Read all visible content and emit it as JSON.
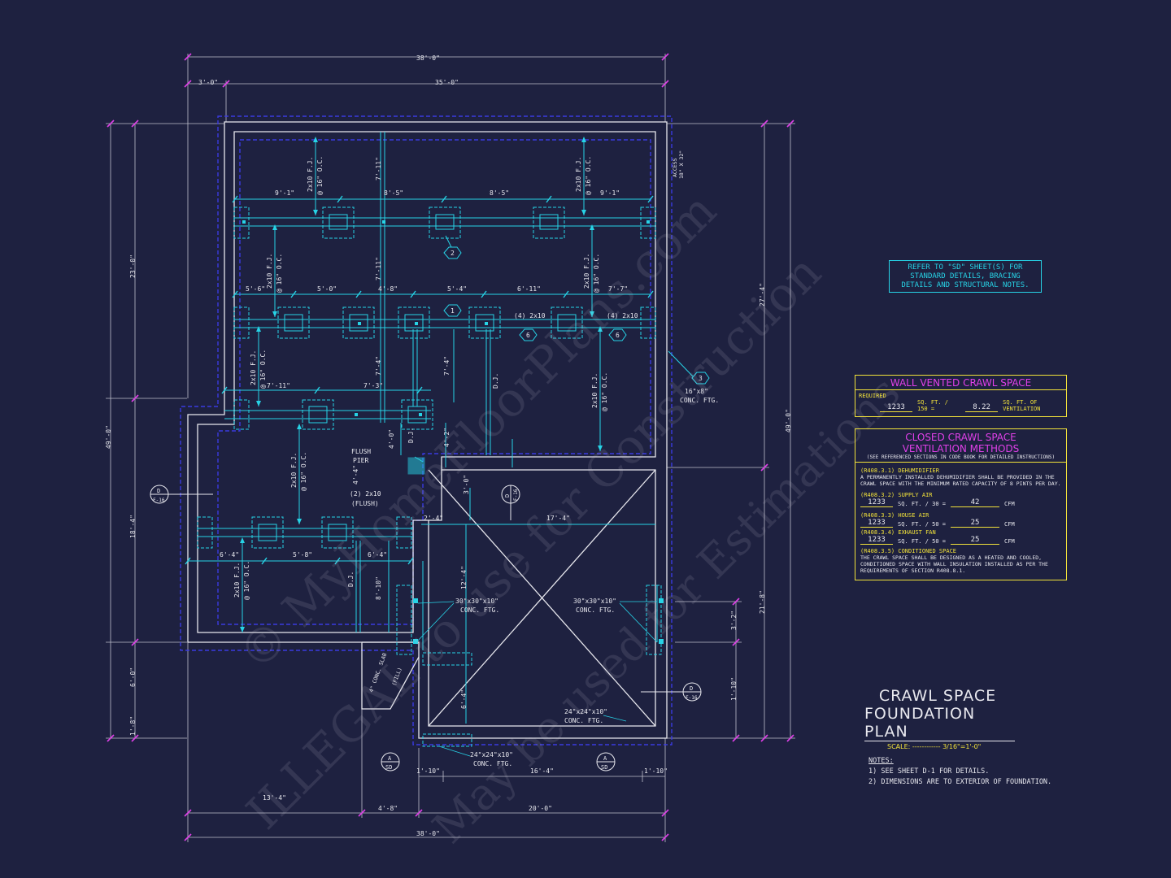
{
  "watermark": {
    "line1": "© MyHomeFloorPlans.com",
    "line2": "ILLEGAL to use for Construction",
    "line3": "May be used for Estimations"
  },
  "dimensions": {
    "top_overall": "38'-0\"",
    "top_left": "3'-0\"",
    "top_main": "35'-0\"",
    "left_upper": "23'-0\"",
    "left_overall": "49'-0\"",
    "left_mid": "18'-4\"",
    "left_low": "6'-0\"",
    "left_bottom": "1'-8\"",
    "right_upper": "27'-4\"",
    "right_overall": "49'-0\"",
    "right_lower": "21'-8\"",
    "right_a": "3'-2\"",
    "right_b": "1'-10\"",
    "bottom_overall": "38'-0\"",
    "bottom_left": "13'-4\"",
    "bottom_mid": "4'-8\"",
    "bottom_right": "20'-0\"",
    "bottom_s1": "1'-10\"",
    "bottom_s2": "16'-4\"",
    "bottom_s3": "1'-10\""
  },
  "row1_spans": [
    "9'-1\"",
    "8'-5\"",
    "8'-5\"",
    "9'-1\""
  ],
  "row2_spans": [
    "5'-6\"",
    "5'-0\"",
    "4'-8\"",
    "5'-4\"",
    "6'-11\"",
    "7'-7\""
  ],
  "row3_spans": [
    "7'-11\"",
    "7'-3\""
  ],
  "row4_spans": [
    "6'-4\"",
    "5'-8\"",
    "6'-4\""
  ],
  "verticals": {
    "v1": "7'-11\"",
    "v2": "7'-11\"",
    "v3": "7'-4\"",
    "v4": "7'-4\"",
    "v5": "4'-0\"",
    "v6": "4'-2\"",
    "v7": "4'-4\"",
    "v8": "12'-4\"",
    "v9": "8'-10\"",
    "v10": "6'-4\"",
    "v11": "3'-0\"",
    "span_a": "2'-4\"",
    "span_b": "17'-4\""
  },
  "joist_labels": {
    "fj": "2x10 F.J.",
    "oc": "@ 16\" O.C.",
    "dj": "D.J.",
    "beam": "(4) 2x10",
    "flush": "(2) 2x10",
    "flush2": "(FLUSH)",
    "flush_pier": "FLUSH",
    "flush_pier2": "PIER"
  },
  "footings": {
    "f1": "16\"x8\"",
    "f1b": "CONC. FTG.",
    "f2": "30\"x30\"x10\"",
    "f2b": "CONC. FTG.",
    "f3": "30\"x30\"x10\"",
    "f3b": "CONC. FTG.",
    "f4": "24\"x24\"x10\"",
    "f4b": "CONC. FTG.",
    "f5": "24\"x24\"x10\"",
    "f5b": "CONC. FTG.",
    "slab": "4\" CONC. SLAB",
    "slab2": "(FILL)",
    "access": "ACCESS",
    "access2": "18\" X 32\""
  },
  "tags": {
    "t1": "1",
    "t2": "2",
    "t3": "3",
    "t6a": "6",
    "t6b": "6",
    "sec_d": "D",
    "sec_f16": "F-16",
    "sec_a": "A",
    "sec_sd": "SD"
  },
  "ref_note": {
    "l1": "REFER TO \"SD\" SHEET(S) FOR",
    "l2": "STANDARD DETAILS, BRACING",
    "l3": "DETAILS AND STRUCTURAL NOTES."
  },
  "vented": {
    "title": "WALL VENTED CRAWL SPACE",
    "required": "REQUIRED",
    "area": "1233",
    "unit1": "SQ. FT. / 150 =",
    "value": "8.22",
    "unit2": "SQ. FT. OF VENTILATION"
  },
  "closed": {
    "title1": "CLOSED CRAWL SPACE",
    "title2": "VENTILATION METHODS",
    "sub": "(SEE REFERENCED SECTIONS IN CODE BOOK FOR DETAILED INSTRUCTIONS)",
    "s1": "(R408.3.1) DEHUMIDIFIER",
    "s1_text1": "A PERMANENTLY INSTALLED DEHUMIDIFIER SHALL BE PROVIDED IN THE",
    "s1_text2": "CRAWL SPACE WITH THE MINIMUM RATED CAPACITY OF 8 PINTS PER DAY.",
    "s2": "(R408.3.2) SUPPLY AIR",
    "s2_area": "1233",
    "s2_unit": "SQ. FT. / 30 =",
    "s2_val": "42",
    "s2_cfm": "CFM",
    "s3": "(R408.3.3) HOUSE AIR",
    "s3_area": "1233",
    "s3_unit": "SQ. FT. / 50 =",
    "s3_val": "25",
    "s3_cfm": "CFM",
    "s4": "(R408.3.4) EXHAUST FAN",
    "s4_area": "1233",
    "s4_unit": "SQ. FT. / 50 =",
    "s4_val": "25",
    "s4_cfm": "CFM",
    "s5": "(R408.3.5) CONDITIONED SPACE",
    "s5_text1": "THE CRAWL SPACE SHALL BE DESIGNED AS A HEATED AND COOLED,",
    "s5_text2": "CONDITIONED SPACE WITH WALL INSULATION INSTALLED AS PER THE",
    "s5_text3": "REQUIREMENTS OF SECTION R408.8.1."
  },
  "title": {
    "line1": "CRAWL SPACE",
    "line2": "FOUNDATION PLAN",
    "scale": "SCALE: ------------ 3/16\"=1'-0\""
  },
  "notes": {
    "heading": "NOTES:",
    "n1": "1)  SEE SHEET D-1 FOR DETAILS.",
    "n2": "2)  DIMENSIONS ARE TO EXTERIOR OF FOUNDATION."
  },
  "colors": {
    "background": "#1e2140",
    "wall": "#e8e8ee",
    "structure": "#27d3e6",
    "dimension": "#e040e8",
    "schedule": "#f2e23a",
    "foundation_dash": "#3a3ae0"
  }
}
